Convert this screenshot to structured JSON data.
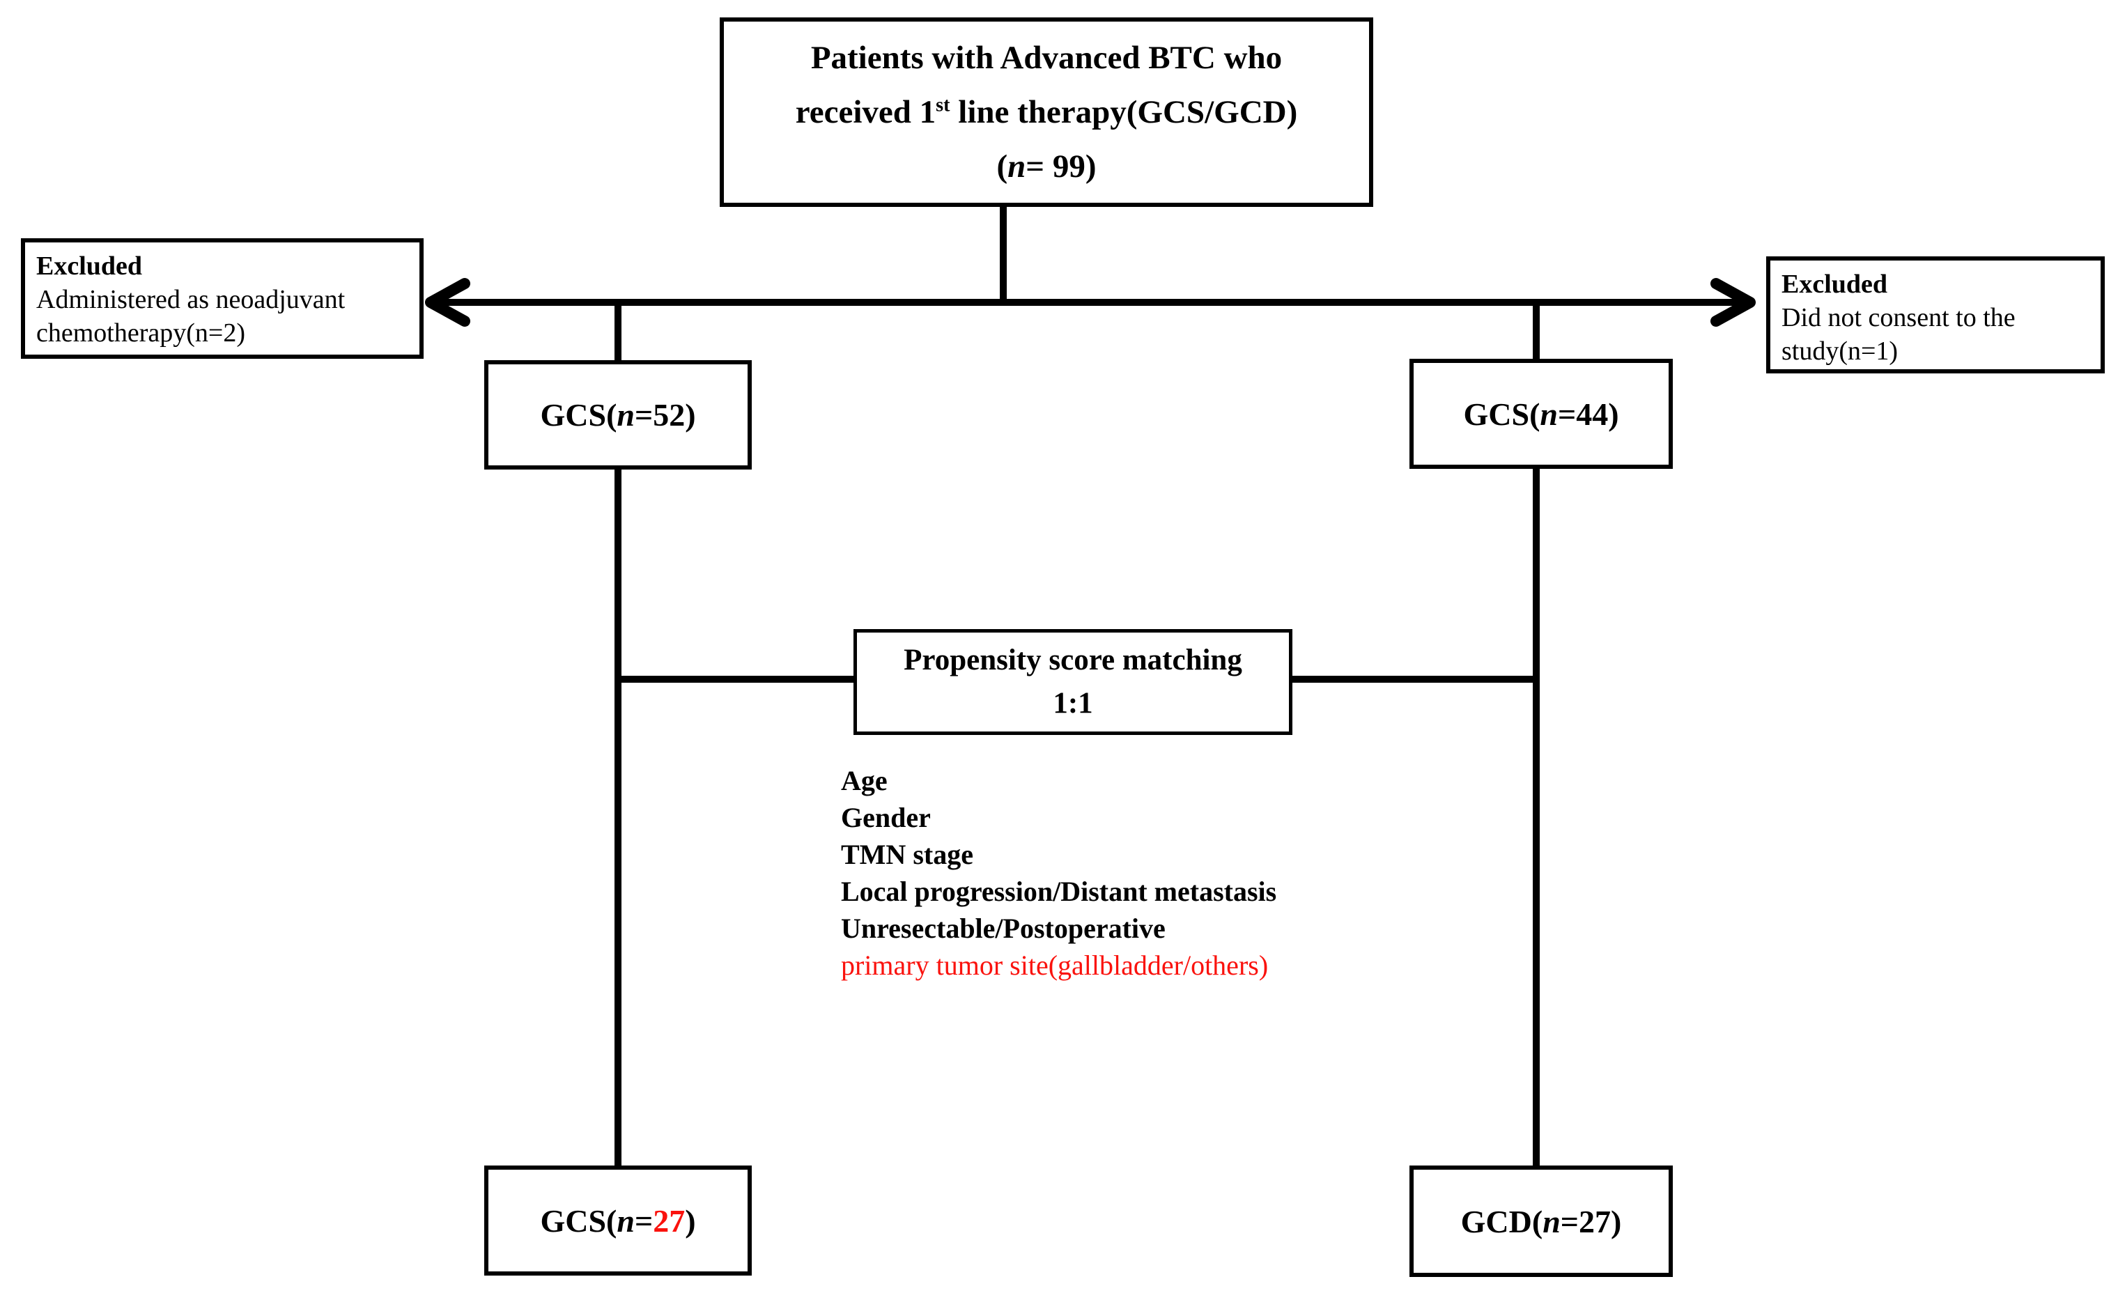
{
  "palette": {
    "ink": "#000000",
    "paper": "#ffffff",
    "accent_red": "#fa120d"
  },
  "flowchart": {
    "top_box": {
      "line1": "Patients with Advanced BTC who",
      "line2_pre": "received 1",
      "line2_sup": "st",
      "line2_post": " line therapy(GCS/GCD)",
      "line3_pre": "(",
      "line3_n": "n",
      "line3_post": "= 99)"
    },
    "excluded_left": {
      "title": "Excluded",
      "body": "Administered as neoadjuvant chemotherapy(n=2)"
    },
    "excluded_right": {
      "title": "Excluded",
      "body": "Did not consent to the study(n=1)"
    },
    "arm_left": {
      "pre": "GCS(",
      "n": "n",
      "post": "=52)"
    },
    "arm_right": {
      "pre": "GCS(",
      "n": "n",
      "post": "=44)"
    },
    "matching": {
      "line1": "Propensity score matching",
      "line2": "1:1"
    },
    "criteria": {
      "items": [
        "Age",
        "Gender",
        "TMN stage",
        "Local progression/Distant metastasis",
        "Unresectable/Postoperative"
      ],
      "highlight_item": "primary tumor site(gallbladder/others)"
    },
    "final_left": {
      "pre": "GCS(",
      "n": "n",
      "eq": "=",
      "value": "27",
      "post": ")"
    },
    "final_right": {
      "pre": "GCD(",
      "n": "n",
      "post": "=27)"
    }
  }
}
